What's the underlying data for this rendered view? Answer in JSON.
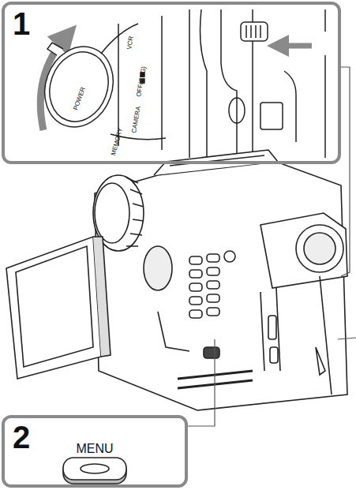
{
  "diagram": {
    "nodes": [
      {
        "text": [
          "1"
        ]
      },
      {
        "text": [
          "2",
          "MENU"
        ]
      }
    ],
    "labels": [
      "POWER",
      "VCR",
      "OFF(CHG)",
      "CAMERA",
      "MEMORY"
    ]
  }
}
